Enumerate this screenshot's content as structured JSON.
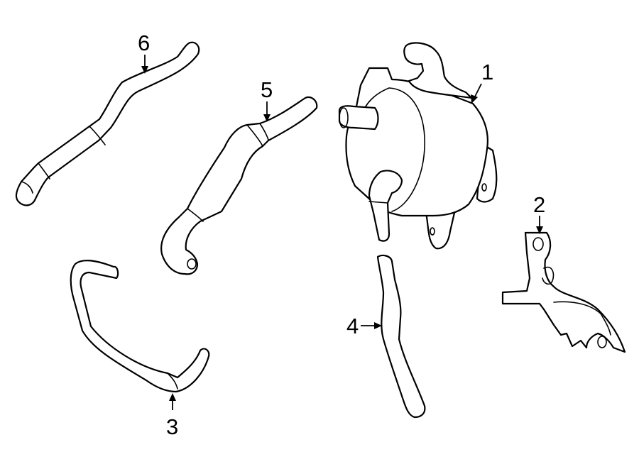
{
  "callouts": [
    {
      "id": "1",
      "label": "1",
      "part": "oil-cooler"
    },
    {
      "id": "2",
      "label": "2",
      "part": "bracket"
    },
    {
      "id": "3",
      "label": "3",
      "part": "hose"
    },
    {
      "id": "4",
      "label": "4",
      "part": "hose"
    },
    {
      "id": "5",
      "label": "5",
      "part": "hose"
    },
    {
      "id": "6",
      "label": "6",
      "part": "hose"
    }
  ],
  "colors": {
    "line": "#000000",
    "fill": "#ffffff",
    "background": "#ffffff"
  }
}
